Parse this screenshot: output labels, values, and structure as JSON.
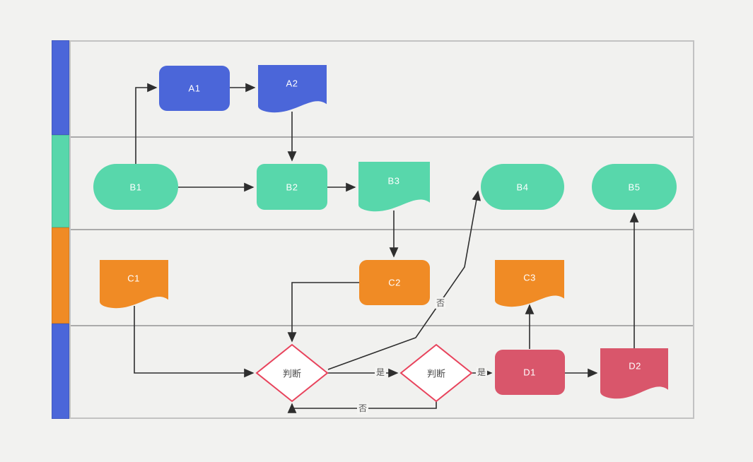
{
  "diagram": {
    "type": "swimlane-flowchart",
    "lanes": [
      {
        "name": "lane-1",
        "color": "#4b66d9"
      },
      {
        "name": "lane-2",
        "color": "#58d7ab"
      },
      {
        "name": "lane-3",
        "color": "#f08b25"
      },
      {
        "name": "lane-4",
        "color": "#4b66d9"
      }
    ],
    "nodes": {
      "a1": {
        "label": "A1",
        "shape": "process",
        "color": "#4b66d9"
      },
      "a2": {
        "label": "A2",
        "shape": "document",
        "color": "#4b66d9"
      },
      "b1": {
        "label": "B1",
        "shape": "terminator",
        "color": "#58d7ab"
      },
      "b2": {
        "label": "B2",
        "shape": "process",
        "color": "#58d7ab"
      },
      "b3": {
        "label": "B3",
        "shape": "document",
        "color": "#58d7ab"
      },
      "b4": {
        "label": "B4",
        "shape": "terminator",
        "color": "#58d7ab"
      },
      "b5": {
        "label": "B5",
        "shape": "terminator",
        "color": "#58d7ab"
      },
      "c1": {
        "label": "C1",
        "shape": "document",
        "color": "#f08b25"
      },
      "c2": {
        "label": "C2",
        "shape": "process",
        "color": "#f08b25"
      },
      "c3": {
        "label": "C3",
        "shape": "document",
        "color": "#f08b25"
      },
      "d1": {
        "label": "D1",
        "shape": "process",
        "color": "#d9566b"
      },
      "d2": {
        "label": "D2",
        "shape": "document",
        "color": "#d9566b"
      },
      "decision1": {
        "label": "判断",
        "shape": "decision",
        "fill": "#ffffff",
        "border": "#e8435c"
      },
      "decision2": {
        "label": "判断",
        "shape": "decision",
        "fill": "#ffffff",
        "border": "#e8435c"
      }
    },
    "edge_labels": {
      "decision1_yes": "是",
      "decision1_no": "否",
      "decision2_yes": "是",
      "decision2_no": "否"
    }
  }
}
